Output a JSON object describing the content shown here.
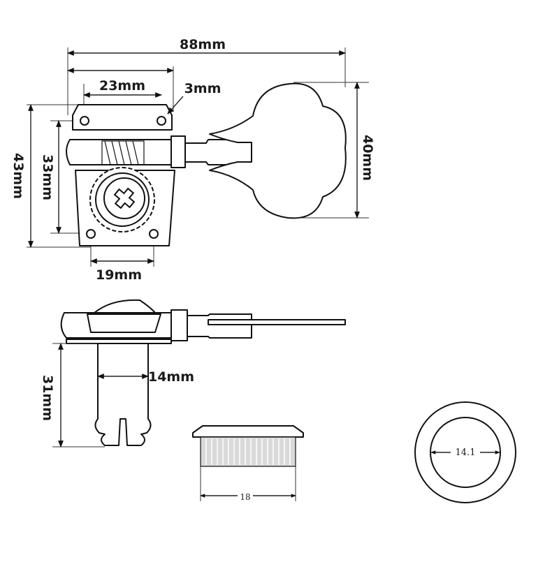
{
  "colors": {
    "line": "#111111",
    "fill": "#ffffff",
    "shade": "#d9d9d9"
  },
  "top_view": {
    "overall_length": "88mm",
    "hole_spacing_top": "23mm",
    "hole_offset": "3mm",
    "plate_height": "43mm",
    "plate_inner_height": "33mm",
    "hole_spacing_bottom": "19mm",
    "key_height": "40mm"
  },
  "side_view": {
    "post_length": "31mm",
    "post_diameter": "14mm"
  },
  "bushing": {
    "width": "18"
  },
  "washer": {
    "inner_diameter": "14.1"
  }
}
